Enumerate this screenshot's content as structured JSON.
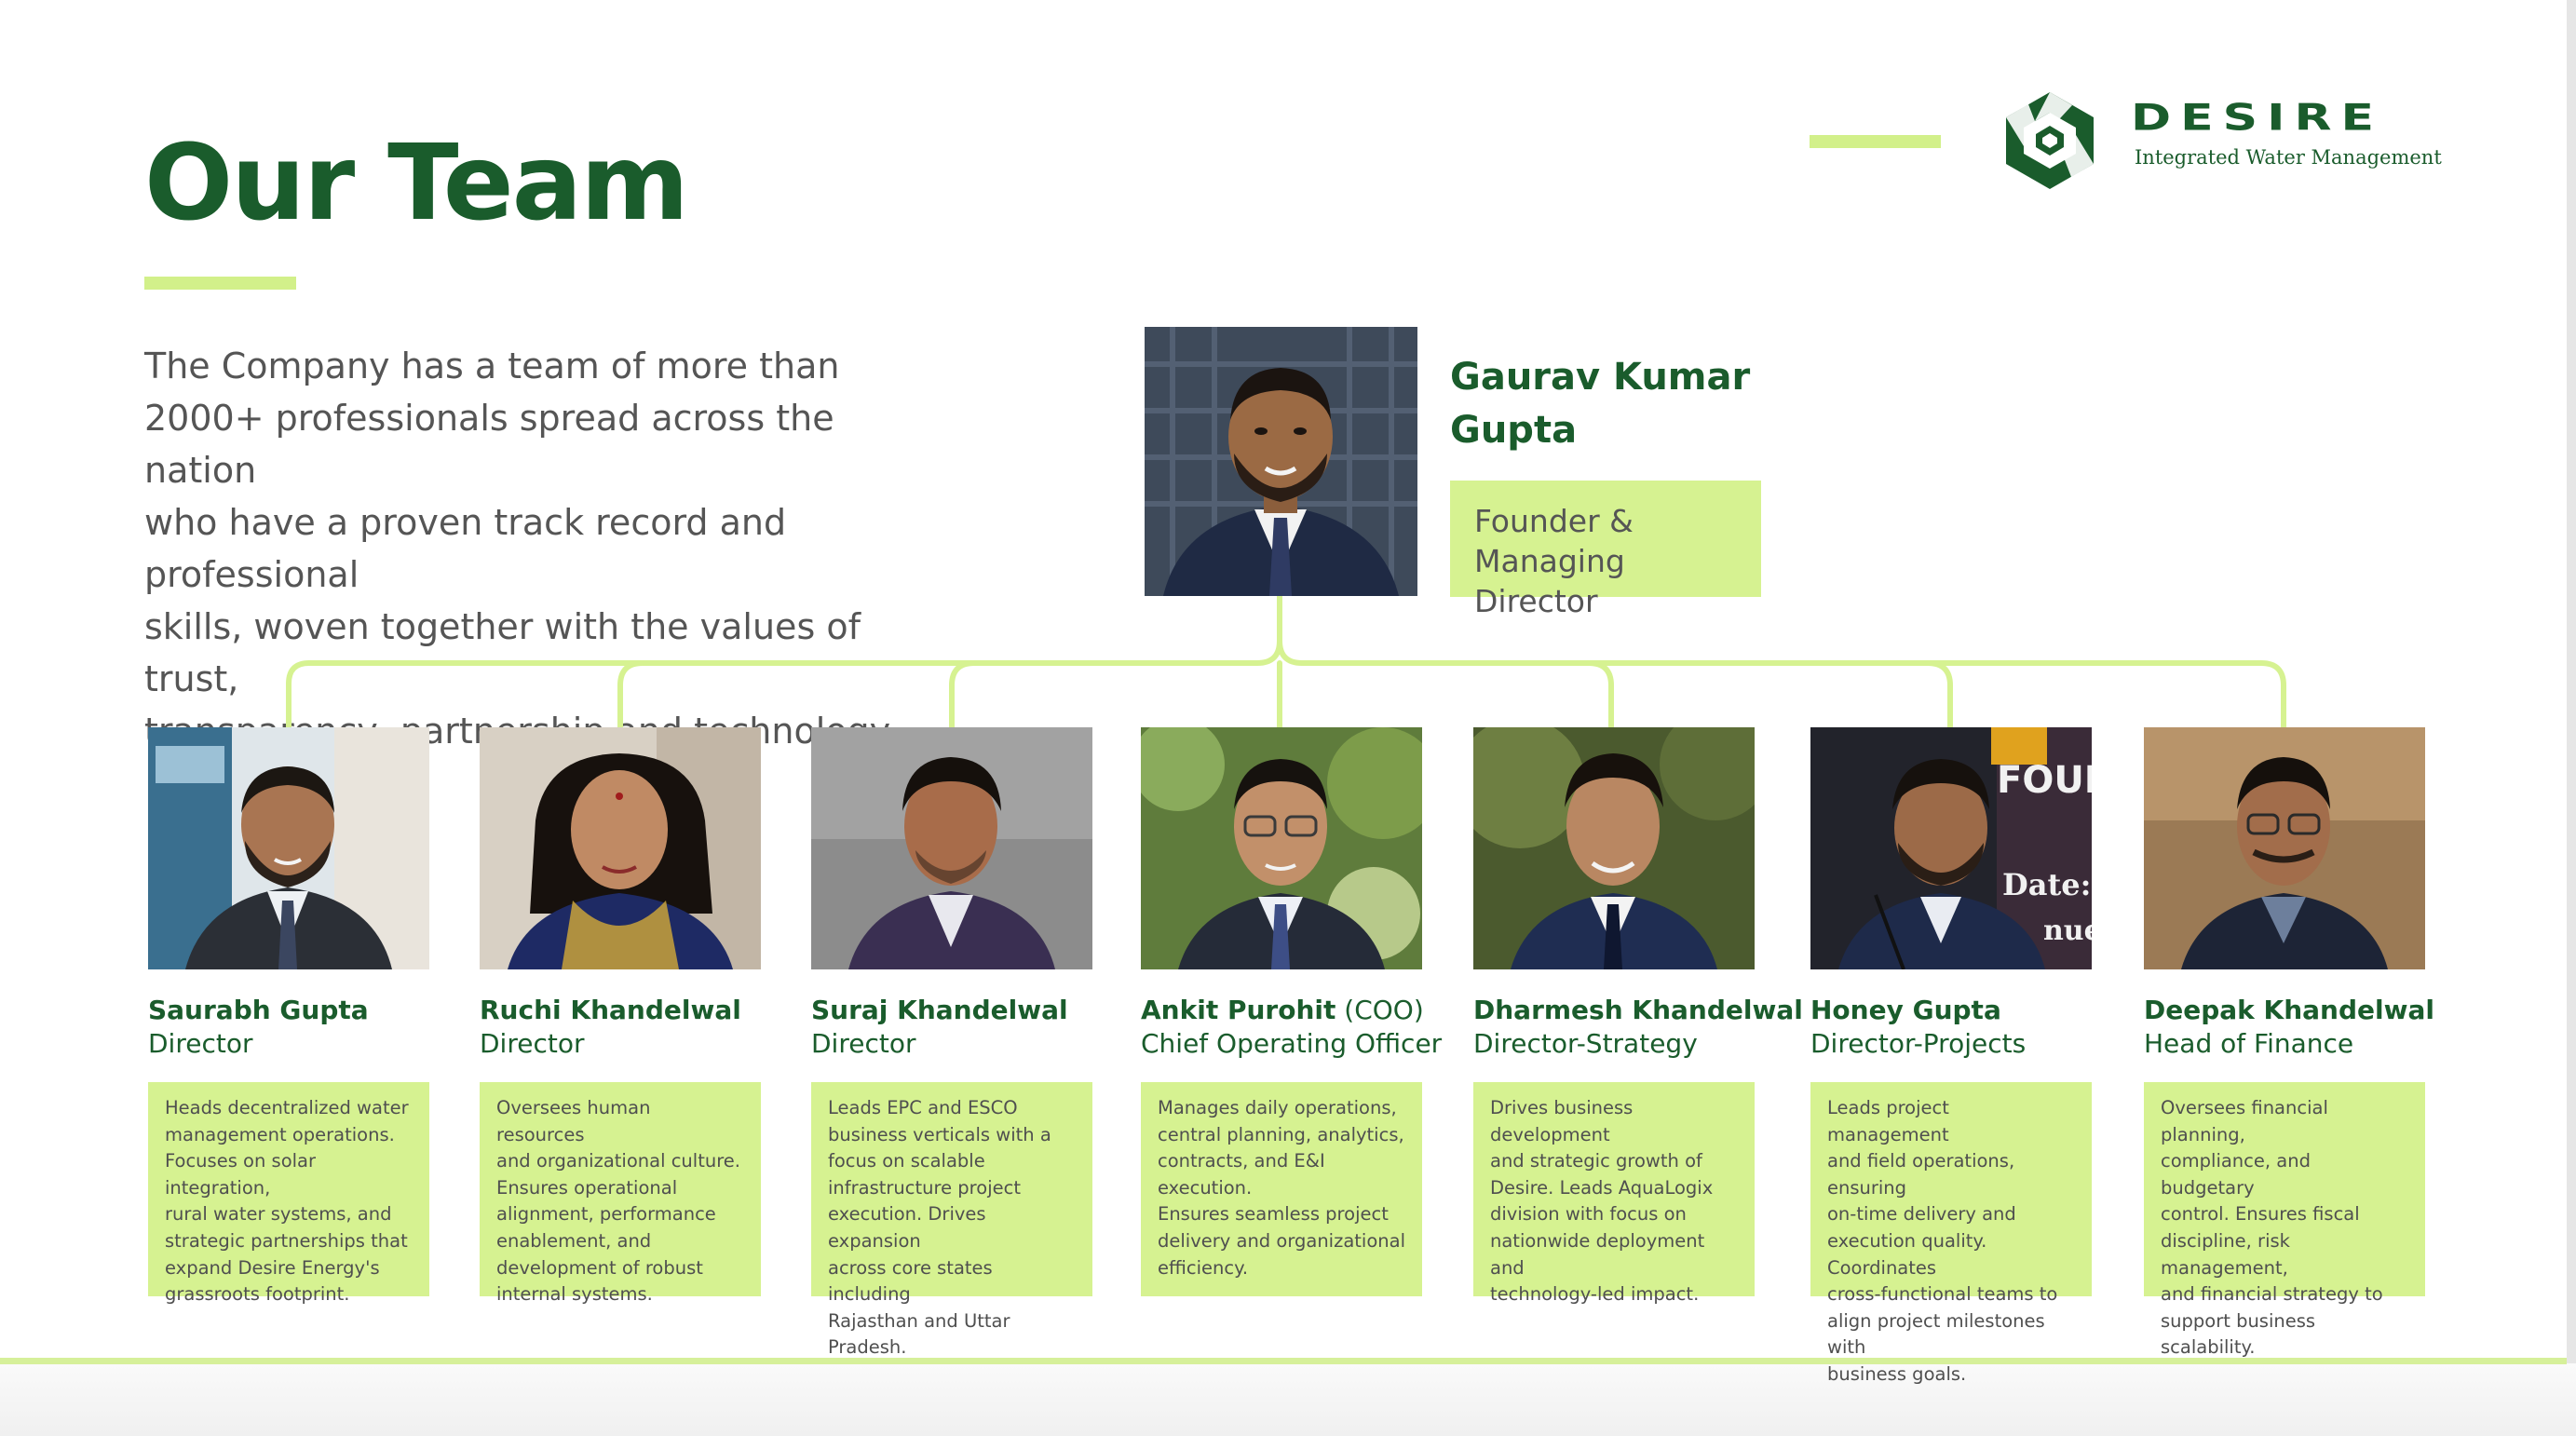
{
  "title": "Our Team",
  "logo": {
    "wordmark": "DESIRE",
    "tagline": "Integrated Water Management",
    "icon": "desire-logo-icon"
  },
  "intro_lines": [
    "The Company has a team of more than",
    "2000+ professionals spread across the nation",
    "who have a proven track record and professional",
    "skills, woven together with the values of trust,",
    "transparency, partnership and technology."
  ],
  "leader": {
    "name_lines": [
      "Gaurav Kumar",
      "Gupta"
    ],
    "role_lines": [
      "Founder &",
      "Managing Director"
    ]
  },
  "members": [
    {
      "name": "Saurabh Gupta",
      "name_suffix": "",
      "role": "Director",
      "desc_lines": [
        "Heads decentralized water",
        "management operations.",
        "Focuses on solar integration,",
        "rural water systems, and",
        "strategic partnerships that",
        "expand Desire Energy's",
        "grassroots footprint."
      ]
    },
    {
      "name": "Ruchi Khandelwal",
      "name_suffix": "",
      "role": "Director",
      "desc_lines": [
        "Oversees human resources",
        "and organizational culture.",
        "Ensures operational",
        "alignment, performance",
        "enablement, and",
        "development of robust",
        "internal systems."
      ]
    },
    {
      "name": "Suraj Khandelwal",
      "name_suffix": "",
      "role": "Director",
      "desc_lines": [
        "Leads EPC and ESCO",
        "business verticals with a",
        "focus on scalable",
        "infrastructure project",
        "execution. Drives expansion",
        "across core states including",
        "Rajasthan and Uttar Pradesh."
      ]
    },
    {
      "name": "Ankit Purohit",
      "name_suffix": " (COO)",
      "role": "Chief Operating Officer",
      "desc_lines": [
        "Manages daily operations,",
        "central planning, analytics,",
        "contracts, and E&I execution.",
        "Ensures seamless project",
        "delivery and organizational",
        "efficiency."
      ]
    },
    {
      "name": "Dharmesh Khandelwal",
      "name_suffix": "",
      "role": "Director-Strategy",
      "desc_lines": [
        "Drives business development",
        "and strategic growth of",
        "Desire. Leads AquaLogix",
        "division with focus on",
        "nationwide deployment and",
        "technology-led impact."
      ]
    },
    {
      "name": "Honey Gupta",
      "name_suffix": "",
      "role": "Director-Projects",
      "desc_lines": [
        "Leads project management",
        "and field operations, ensuring",
        "on-time delivery and",
        "execution quality. Coordinates",
        "cross-functional teams to",
        "align project milestones with",
        "business goals."
      ]
    },
    {
      "name": "Deepak Khandelwal",
      "name_suffix": "",
      "role": "Head of Finance",
      "desc_lines": [
        "Oversees financial planning,",
        "compliance, and budgetary",
        "control. Ensures fiscal",
        "discipline, risk management,",
        "and financial strategy to",
        "support business scalability."
      ]
    }
  ],
  "backdrop_text": {
    "honey": [
      "FOUN",
      "Date:",
      "nue"
    ]
  },
  "colors": {
    "brand_green": "#1a5c2c",
    "accent_lime": "#d2f08a",
    "box_lime": "#d6f291",
    "body_text": "#555555"
  }
}
